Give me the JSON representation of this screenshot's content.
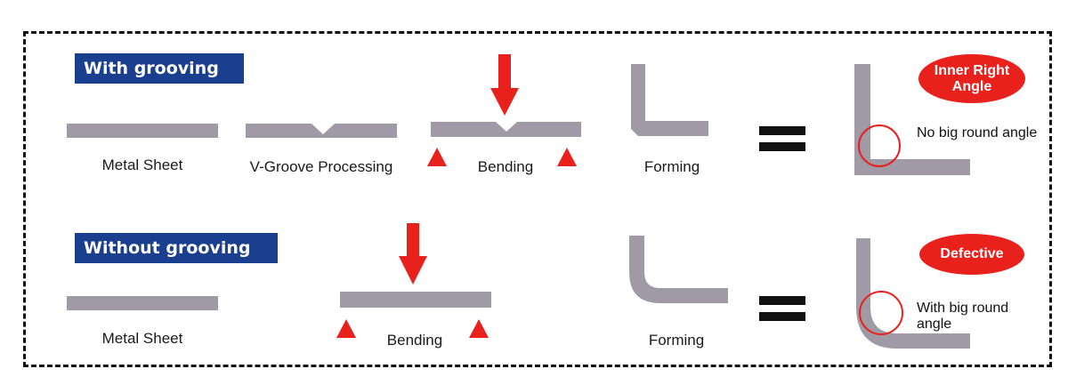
{
  "colors": {
    "sheet": "#9f9aa5",
    "accent": "#e8211c",
    "badge": "#1b3f8f",
    "frame": "#111111"
  },
  "with_grooving": {
    "title": "With grooving",
    "steps": {
      "metal_sheet": "Metal Sheet",
      "v_groove": "V-Groove Processing",
      "bending": "Bending",
      "forming": "Forming"
    },
    "result_badge": "Inner Right Angle",
    "result_note": "No big round angle"
  },
  "without_grooving": {
    "title": "Without grooving",
    "steps": {
      "metal_sheet": "Metal Sheet",
      "bending": "Bending",
      "forming": "Forming"
    },
    "result_badge": "Defective",
    "result_note": "With big round angle"
  },
  "icons": [
    "down-arrow-icon",
    "support-triangle-icon",
    "equals-icon",
    "circle-highlight-icon"
  ]
}
